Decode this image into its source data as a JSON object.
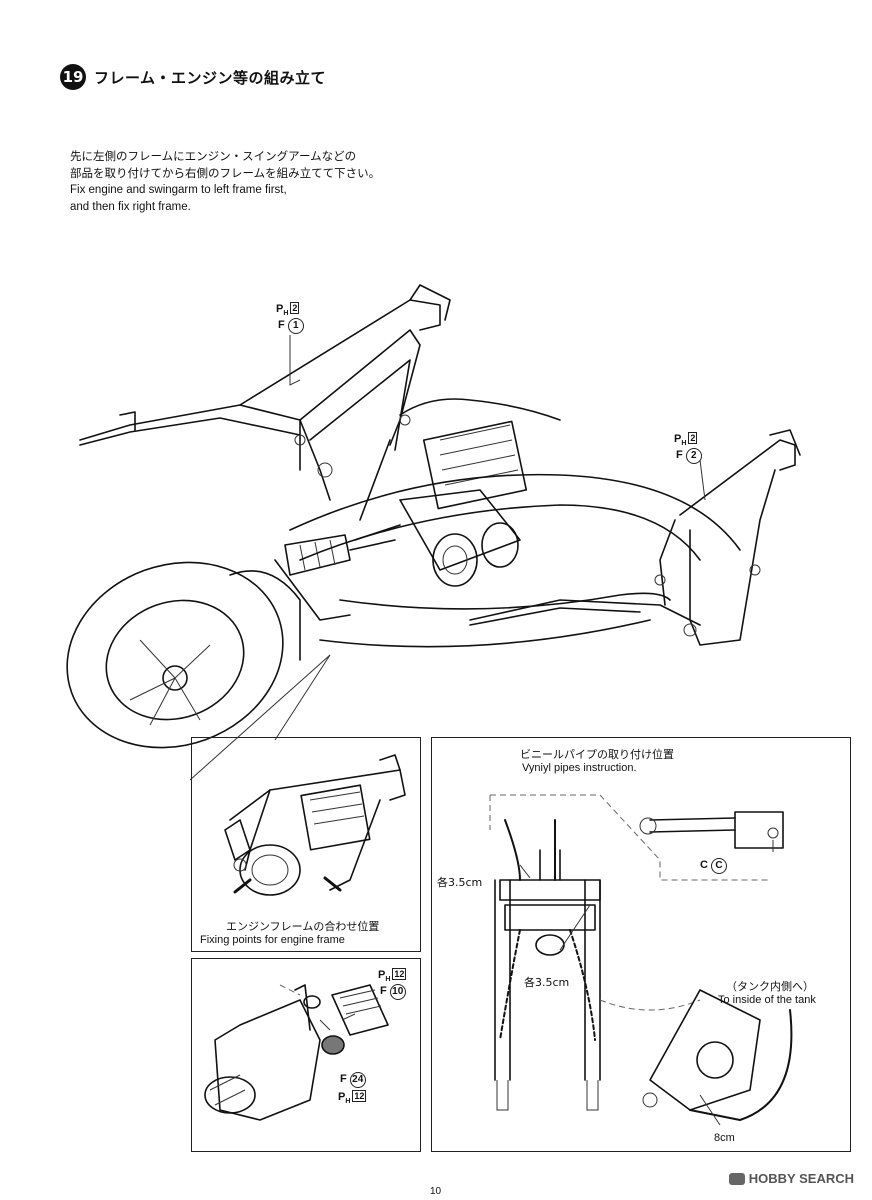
{
  "step": {
    "number": "19",
    "title": "フレーム・エンジン等の組み立て"
  },
  "instructions": {
    "jp_line1": "先に左側のフレームにエンジン・スイングアームなどの",
    "jp_line2": "部品を取り付けてから右側のフレームを組み立てて下さい。",
    "en_line1": "Fix engine and swingarm to left frame first,",
    "en_line2": "and then fix right frame."
  },
  "parts": {
    "left_frame": {
      "p_label": "P",
      "p_sub": "H",
      "p_num": "2",
      "f_label": "F",
      "f_num": "1"
    },
    "right_frame": {
      "p_label": "P",
      "p_sub": "H",
      "p_num": "2",
      "f_label": "F",
      "f_num": "2"
    },
    "box_f10": {
      "p_label": "P",
      "p_sub": "H",
      "p_num": "12",
      "f_label": "F",
      "f_num": "10"
    },
    "box_f24": {
      "p_label": "P",
      "p_sub": "H",
      "p_num": "12",
      "f_label": "F",
      "f_num": "24"
    },
    "part_c": {
      "label": "C",
      "num": "C"
    }
  },
  "engine_frame_box": {
    "jp": "エンジンフレームの合わせ位置",
    "en": "Fixing points for engine frame"
  },
  "vinyl_box": {
    "jp": "ビニールパイプの取り付け位置",
    "en": "Vyniyl pipes instruction.",
    "each_length_1": "各3.5cm",
    "each_length_2": "各3.5cm",
    "tank_jp": "（タンク内側へ）",
    "tank_en": "To inside of the tank",
    "length_8cm": "8cm"
  },
  "footer": {
    "page_number": "10",
    "watermark": "HOBBY SEARCH"
  }
}
